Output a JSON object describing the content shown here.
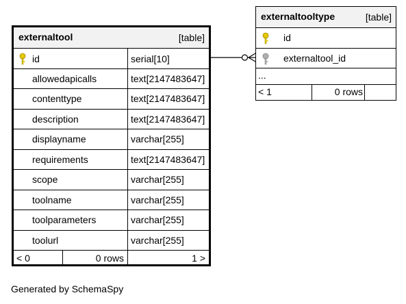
{
  "tables": {
    "externaltool": {
      "name": "externaltool",
      "tag": "[table]",
      "columns": [
        {
          "name": "id",
          "type": "serial[10]",
          "key": true
        },
        {
          "name": "allowedapicalls",
          "type": "text[2147483647]"
        },
        {
          "name": "contenttype",
          "type": "text[2147483647]"
        },
        {
          "name": "description",
          "type": "text[2147483647]"
        },
        {
          "name": "displayname",
          "type": "varchar[255]"
        },
        {
          "name": "requirements",
          "type": "text[2147483647]"
        },
        {
          "name": "scope",
          "type": "varchar[255]"
        },
        {
          "name": "toolname",
          "type": "varchar[255]"
        },
        {
          "name": "toolparameters",
          "type": "varchar[255]"
        },
        {
          "name": "toolurl",
          "type": "varchar[255]"
        }
      ],
      "footer": {
        "parents": "< 0",
        "rows": "0 rows",
        "children": "1 >"
      }
    },
    "externaltooltype": {
      "name": "externaltooltype",
      "tag": "[table]",
      "columns": [
        {
          "name": "id",
          "key": true,
          "key_color": "#e6c800"
        },
        {
          "name": "externaltool_id",
          "key": true,
          "key_color": "#b0b0b0"
        }
      ],
      "ellipsis": "...",
      "footer": {
        "parents": "< 1",
        "rows": "0 rows"
      }
    }
  },
  "colors": {
    "header_bg": "#f2f2f2",
    "pk_key": "#e6c800",
    "fk_key": "#b0b0b0"
  },
  "generated_by": "Generated by SchemaSpy"
}
